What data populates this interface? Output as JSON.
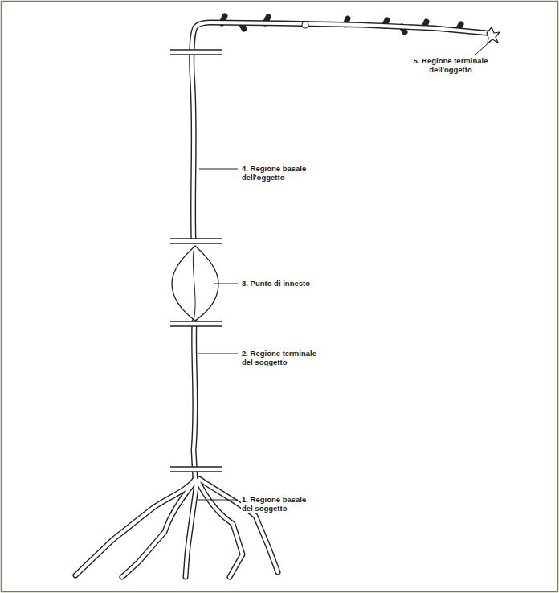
{
  "diagram": {
    "labels": [
      "5. Regione terminale dell'oggetto",
      "4. Regione basale dell'oggetto",
      "3. Punto di innesto",
      "2. Regione terminale del soggetto",
      "1. Regione basale del soggetto"
    ]
  }
}
